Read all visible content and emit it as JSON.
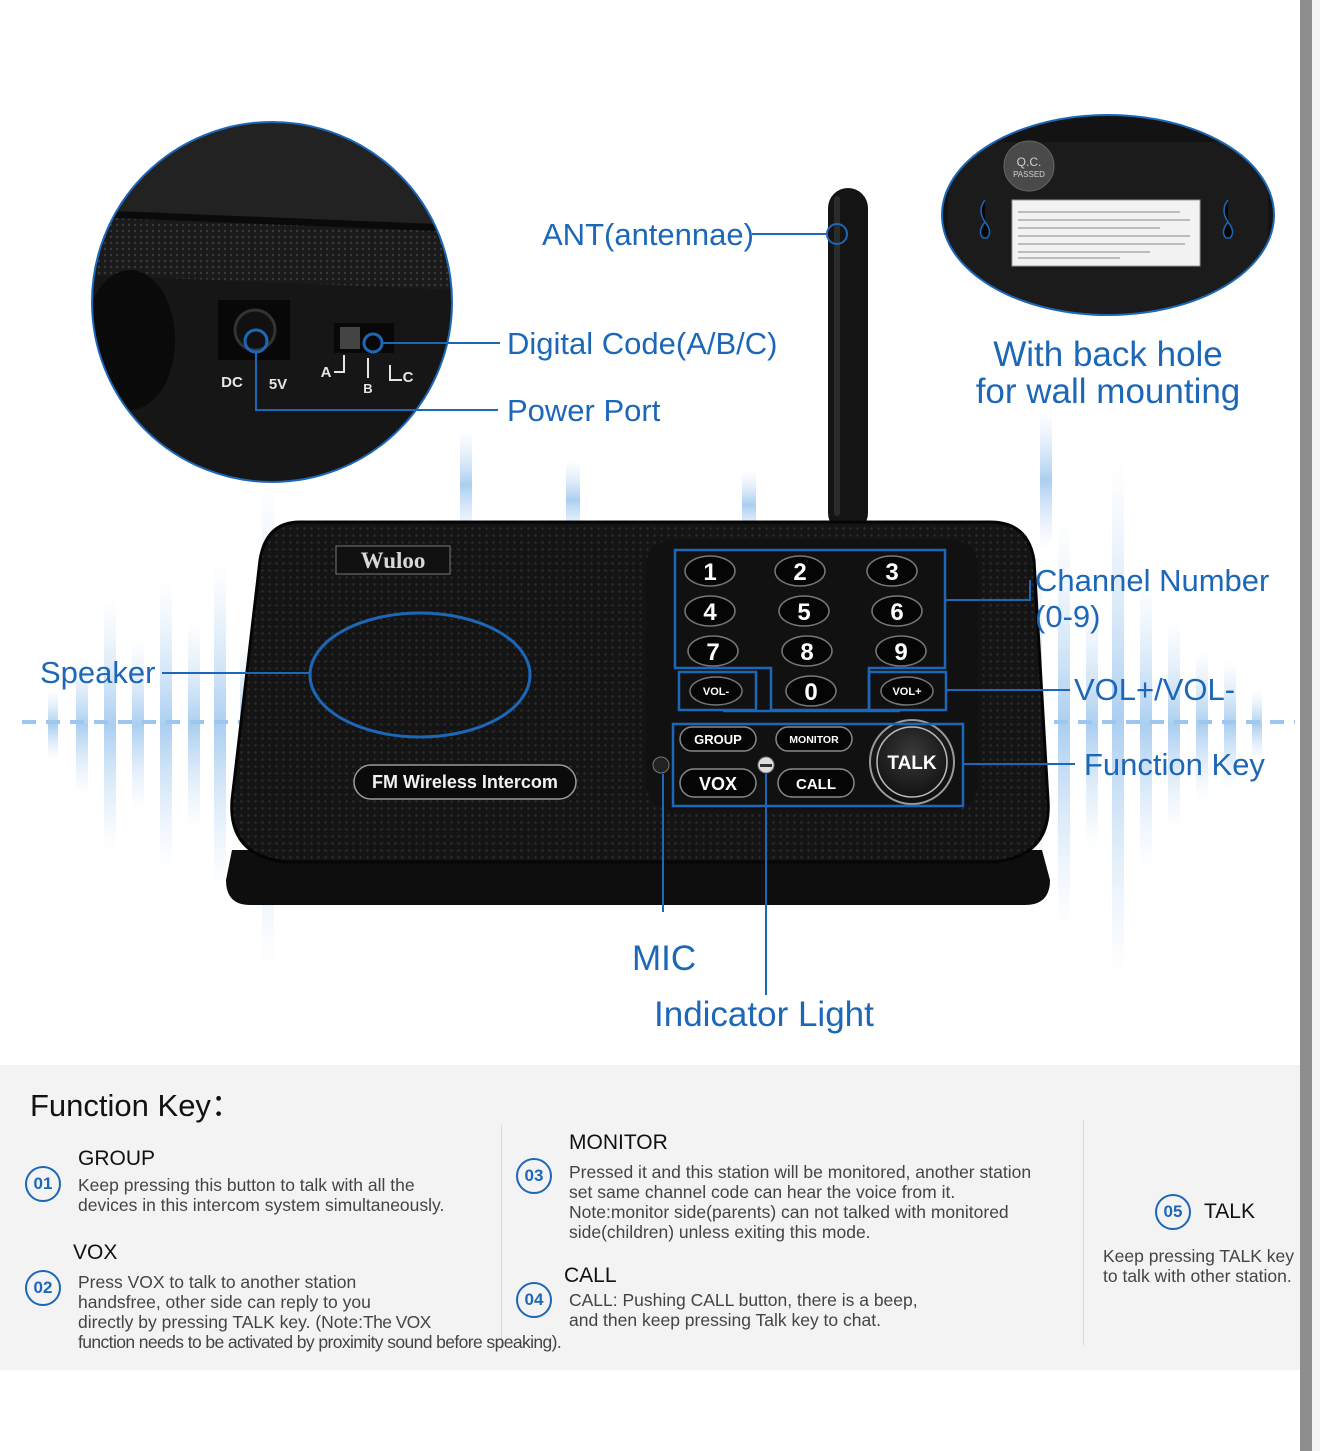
{
  "labels": {
    "ant": "ANT(antennae)",
    "digital_code": "Digital Code(A/B/C)",
    "power_port": "Power Port",
    "wall_mount_line1": "With back hole",
    "wall_mount_line2": "for wall mounting",
    "channel_number_line1": "Channel Number",
    "channel_number_line2": "(0-9)",
    "vol": "VOL+/VOL-",
    "speaker": "Speaker",
    "function_key": "Function Key",
    "mic": "MIC",
    "indicator_light": "Indicator Light"
  },
  "device": {
    "brand": "Wuloo",
    "badge_text": "FM Wireless Intercom",
    "keys": [
      "1",
      "2",
      "3",
      "4",
      "5",
      "6",
      "7",
      "8",
      "9",
      "0"
    ],
    "vol_minus": "VOL-",
    "vol_plus": "VOL+",
    "group": "GROUP",
    "monitor": "MONITOR",
    "vox": "VOX",
    "call": "CALL",
    "talk": "TALK",
    "qc_line1": "Q.C.",
    "qc_line2": "PASSED"
  },
  "port_closeup": {
    "dc": "DC",
    "v5": "5V",
    "a": "A",
    "b": "B",
    "c": "C"
  },
  "function_section": {
    "title": "Function Key：",
    "items": [
      {
        "num": "01",
        "title": "GROUP",
        "desc": "Keep pressing this button to talk with all the\ndevices in this intercom system simultaneously."
      },
      {
        "num": "02",
        "title": "VOX",
        "desc": "Press VOX to talk to another station\nhandsfree, other side can reply to you\ndirectly by pressing TALK key. (Note:",
        "note": "The VOX\nfunction needs to be activated by proximity sound before speaking)."
      },
      {
        "num": "03",
        "title": "MONITOR",
        "desc": "Pressed it and this station will be monitored, another station\nset same channel code can hear the voice from it.\nNote:monitor side(parents) can not talked with monitored\nside(children) unless exiting this mode."
      },
      {
        "num": "04",
        "title": "CALL",
        "desc": "CALL: Pushing CALL button, there is a beep,\nand then keep pressing Talk key to chat."
      },
      {
        "num": "05",
        "title": "TALK",
        "desc": "Keep pressing TALK key\nto talk with other station."
      }
    ]
  }
}
